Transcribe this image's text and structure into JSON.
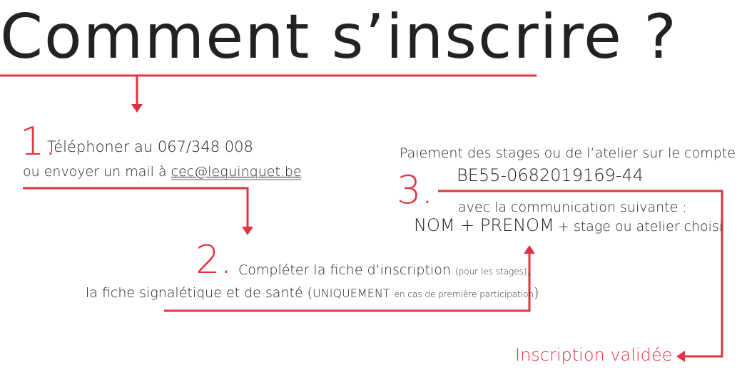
{
  "title": "Comment s’inscrire ?",
  "colors": {
    "accent": "#e0323f",
    "text": "#222222"
  },
  "step1": {
    "number": "1.",
    "line1": "Téléphoner au 067/348 008",
    "line2_prefix": "ou envoyer un mail à",
    "email": "cec@lequinquet.be"
  },
  "step2": {
    "number": "2.",
    "line1_main": "Compléter la fiche d’inscription",
    "line1_note": "(pour les stages)",
    "line1_end": ",",
    "line2_main": "la fiche signalétique et de santé (",
    "line2_caps": "UNIQUEMENT",
    "line2_small": "en cas de première participation",
    "line2_end": ")"
  },
  "step3": {
    "number": "3.",
    "line1": "Paiement des stages ou de l’atelier sur le compte",
    "account": "BE55-0682019169-44",
    "line3": "avec la communication suivante :",
    "line4_caps": "NOM + PRENOM",
    "line4_rest": "+ stage ou atelier choisi"
  },
  "final": {
    "label": "Inscription validée"
  }
}
